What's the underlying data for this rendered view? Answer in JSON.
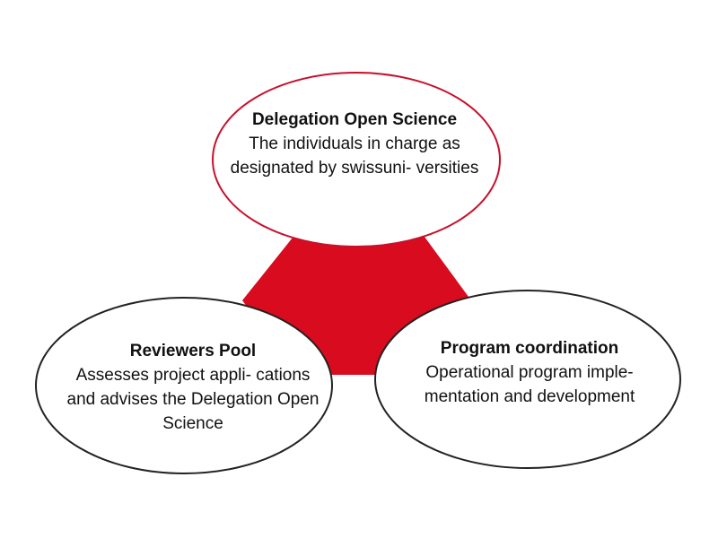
{
  "colors": {
    "accent": "#d90b1e",
    "ellipse_stroke_top": "#c8102e",
    "ellipse_stroke": "#222222",
    "background": "#ffffff"
  },
  "nodes": {
    "top": {
      "title": "Delegation Open Science",
      "description": "The individuals in charge as designated by swissuni- versities"
    },
    "left": {
      "title": "Reviewers Pool",
      "description": "Assesses project appli- cations and advises the Delegation Open Science"
    },
    "right": {
      "title": "Program coordination",
      "description": "Operational program imple- mentation and development"
    }
  }
}
